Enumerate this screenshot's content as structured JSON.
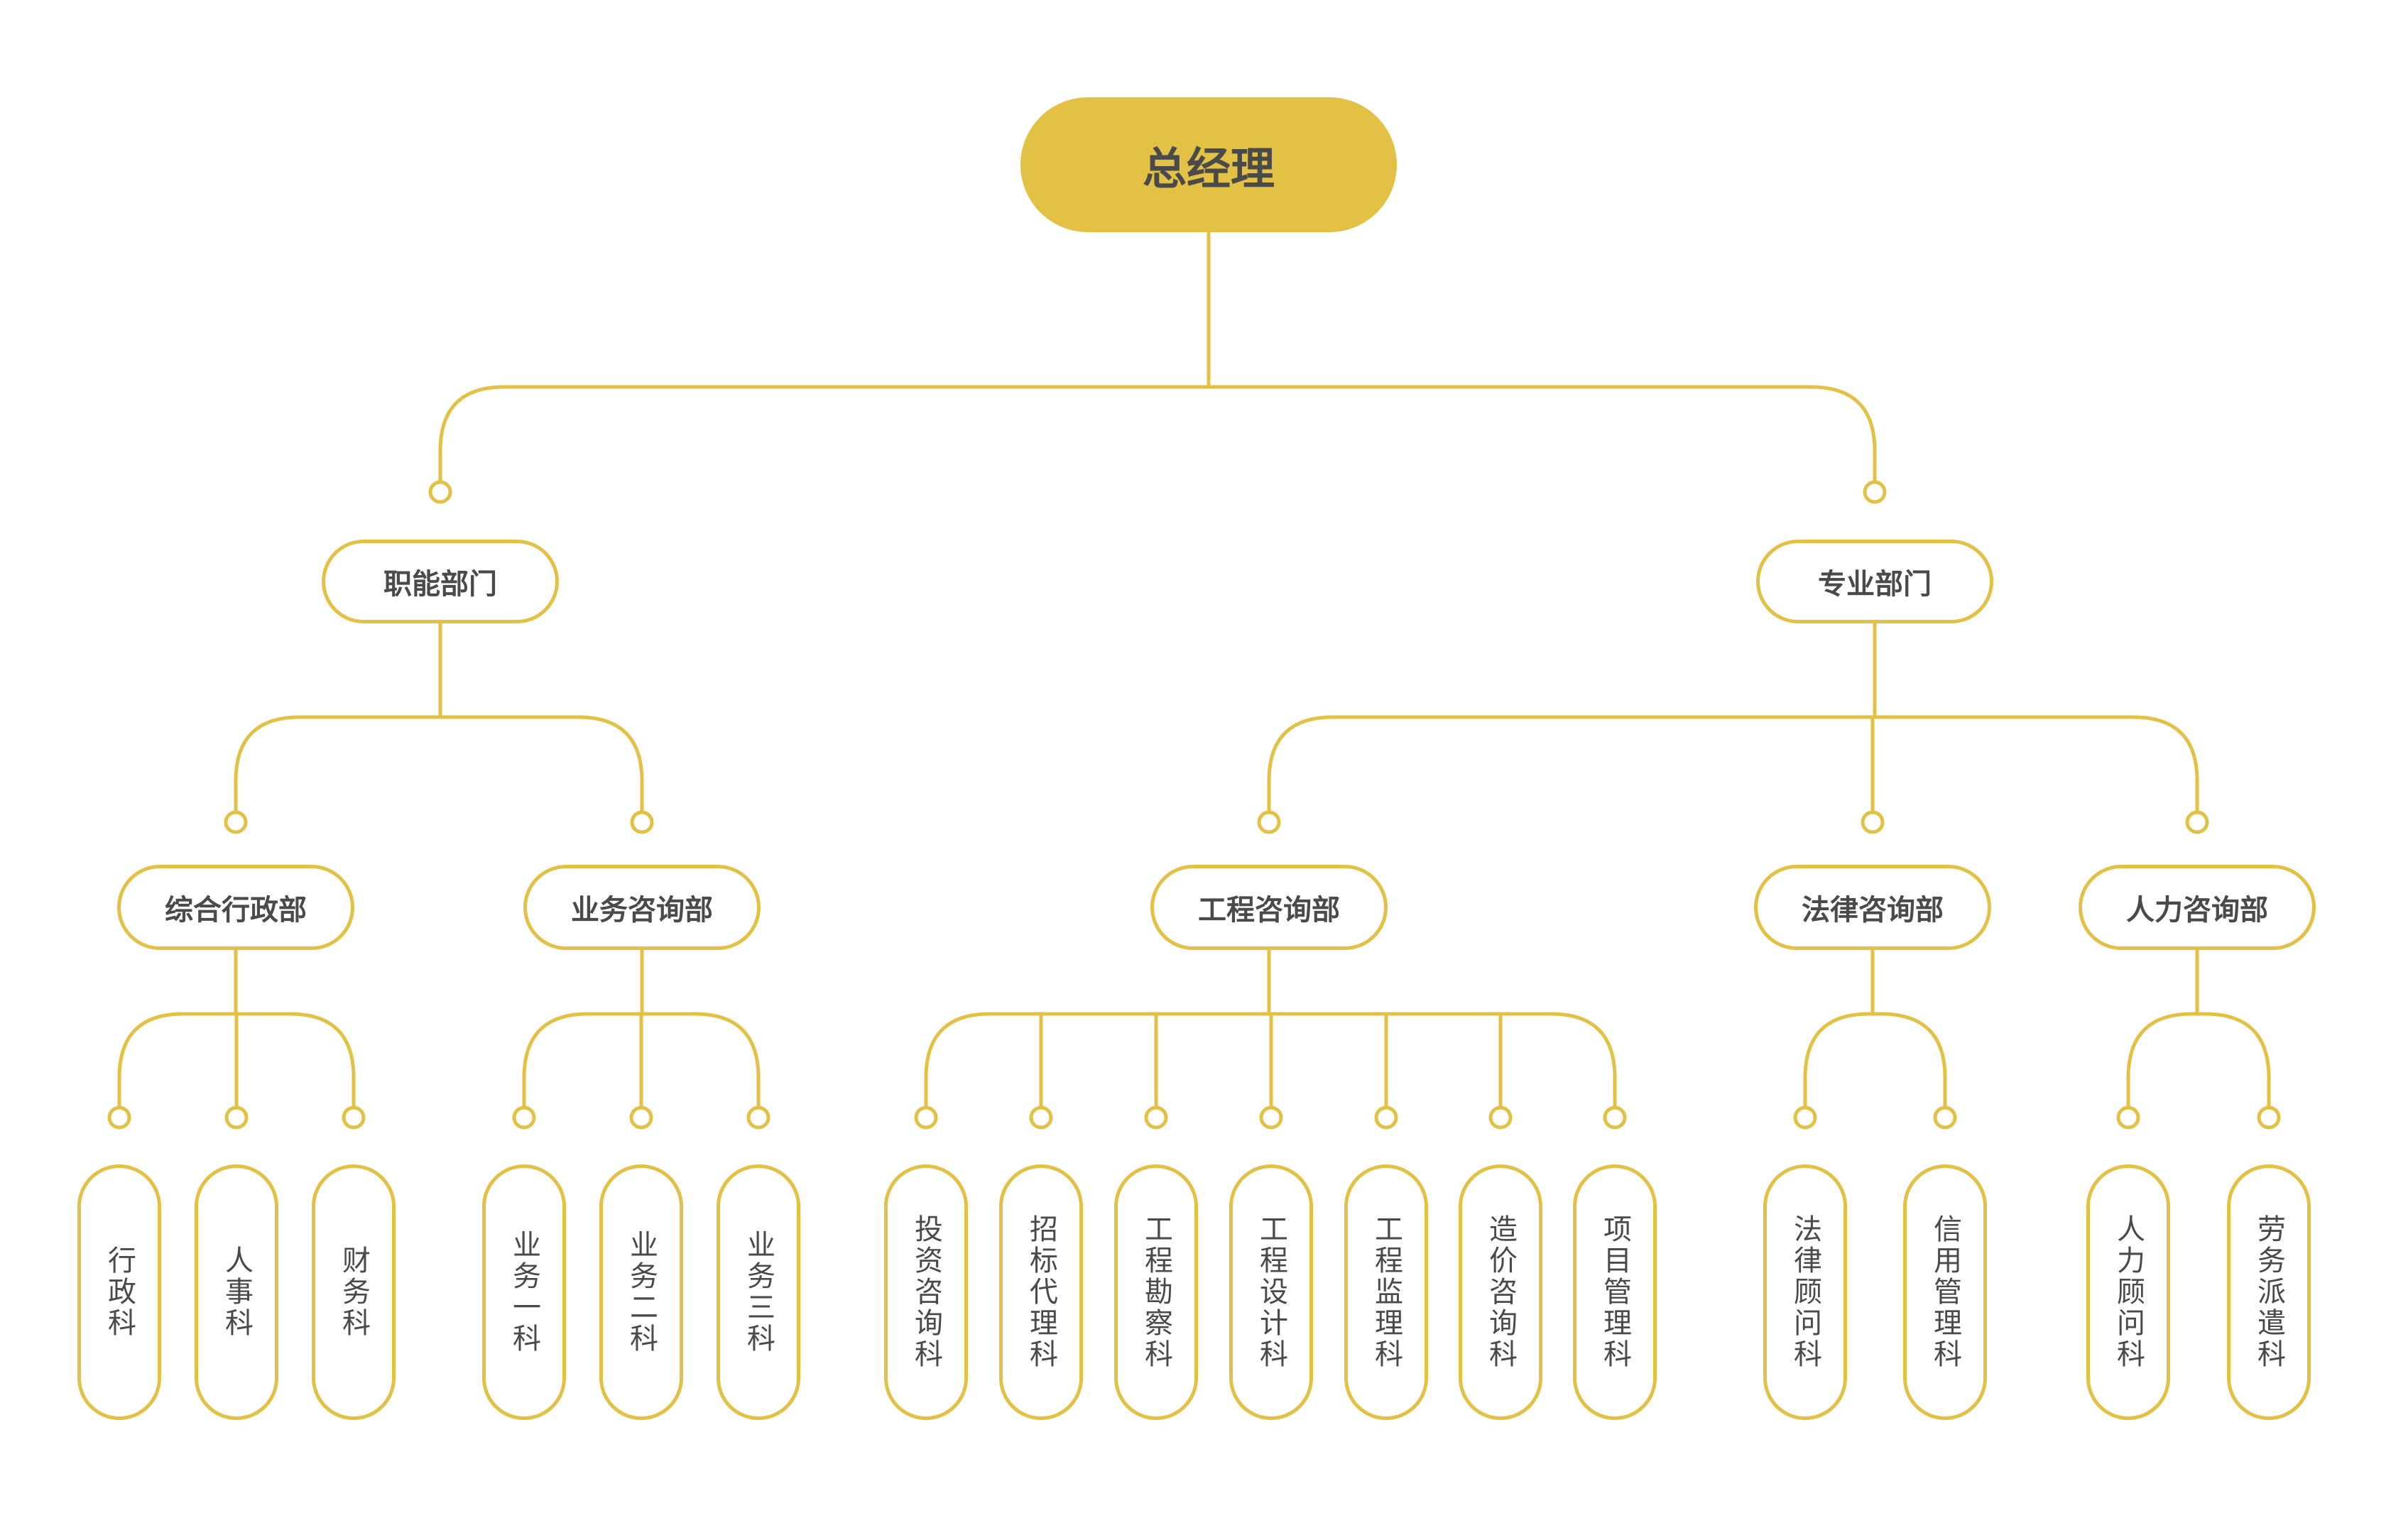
{
  "colors": {
    "accent": "#e3c145",
    "text": "#4a4a4a",
    "background": "#ffffff"
  },
  "org": {
    "name": "总经理",
    "children": [
      {
        "name": "职能部门",
        "children": [
          {
            "name": "综合行政部",
            "children": [
              {
                "name": "行政科"
              },
              {
                "name": "人事科"
              },
              {
                "name": "财务科"
              }
            ]
          },
          {
            "name": "业务咨询部",
            "children": [
              {
                "name": "业务一科"
              },
              {
                "name": "业务二科"
              },
              {
                "name": "业务三科"
              }
            ]
          }
        ]
      },
      {
        "name": "专业部门",
        "children": [
          {
            "name": "工程咨询部",
            "children": [
              {
                "name": "投资咨询科"
              },
              {
                "name": "招标代理科"
              },
              {
                "name": "工程勘察科"
              },
              {
                "name": "工程设计科"
              },
              {
                "name": "工程监理科"
              },
              {
                "name": "造价咨询科"
              },
              {
                "name": "项目管理科"
              }
            ]
          },
          {
            "name": "法律咨询部",
            "children": [
              {
                "name": "法律顾问科"
              },
              {
                "name": "信用管理科"
              }
            ]
          },
          {
            "name": "人力咨询部",
            "children": [
              {
                "name": "人力顾问科"
              },
              {
                "name": "劳务派遣科"
              }
            ]
          }
        ]
      }
    ]
  }
}
